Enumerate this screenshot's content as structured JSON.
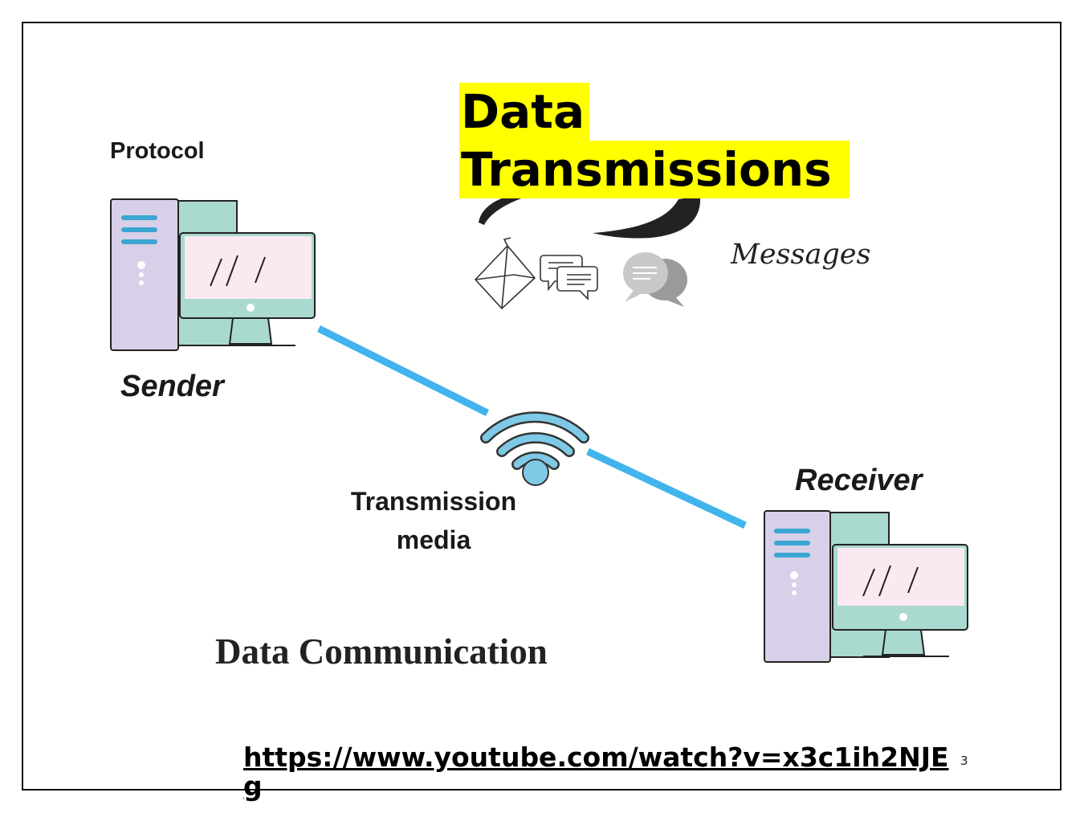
{
  "title": {
    "line1": "Data",
    "line2": "Transmissions"
  },
  "labels": {
    "protocol": "Protocol",
    "sender": "Sender",
    "receiver": "Receiver",
    "messages": "Messages",
    "transmission_media": "Transmission media",
    "data_communication": "Data Communication"
  },
  "link": {
    "text": "https://www.youtube.com/watch?v=x3c1ih2NJEg"
  },
  "page_number": "3",
  "icons": [
    "computer-icon",
    "wifi-icon",
    "envelope-icon",
    "chat-bubbles-icon"
  ],
  "colors": {
    "title_highlight": "#ffff00",
    "link_line": "#42b4ec",
    "wifi": "#7ec9e6",
    "tower": "#d8d0e8",
    "monitor_back": "#a9d9cf",
    "screen": "#fbe9f1",
    "tower_stripes": "#3aa6d1"
  }
}
